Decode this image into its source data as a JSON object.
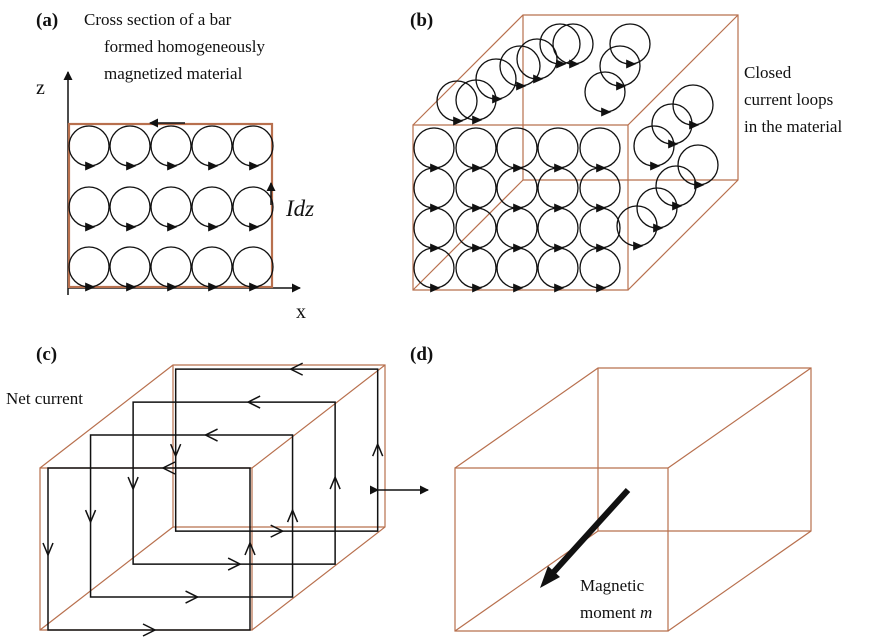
{
  "panels": {
    "a": {
      "label": "(a)",
      "caption_lines": [
        "Cross section of a bar",
        "formed homogeneously",
        "magnetized material"
      ],
      "axis_z": "z",
      "axis_x": "x",
      "current_label": "Idz"
    },
    "b": {
      "label": "(b)",
      "caption_lines": [
        "Closed",
        "current loops",
        "in the material"
      ]
    },
    "c": {
      "label": "(c)",
      "caption": "Net current"
    },
    "d": {
      "label": "(d)",
      "moment_line1": "Magnetic",
      "moment_line2": "moment",
      "moment_symbol": "m"
    }
  },
  "colors": {
    "box_edge": "#b8704e",
    "loop": "#111111",
    "text": "#111111"
  }
}
